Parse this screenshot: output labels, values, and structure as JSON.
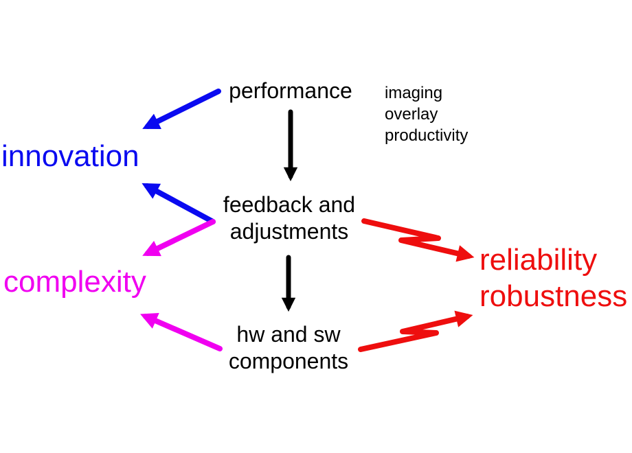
{
  "diagram": {
    "title": "performance feedback cause-effect diagram",
    "colors": {
      "background": "#ffffff",
      "black": "#000000",
      "blue": "#0a0af0",
      "magenta": "#f000f0",
      "red": "#ee0e0e"
    },
    "nodes": {
      "performance": {
        "label": "performance",
        "color": "#000000"
      },
      "performance_aspects": {
        "line1": "imaging",
        "line2": "overlay",
        "line3": "productivity",
        "color": "#000000"
      },
      "innovation": {
        "label": "innovation",
        "color": "#0a0af0"
      },
      "feedback": {
        "line1": "feedback and",
        "line2": "adjustments",
        "color": "#000000"
      },
      "complexity": {
        "label": "complexity",
        "color": "#f000f0"
      },
      "components": {
        "line1": "hw and sw",
        "line2": "components",
        "color": "#000000"
      },
      "reliability": {
        "line1": "reliability",
        "line2": "robustness",
        "color": "#ee0e0e"
      }
    },
    "edges": [
      {
        "from": "performance",
        "to": "feedback and adjustments",
        "color": "#000000",
        "style": "straight"
      },
      {
        "from": "performance",
        "to": "innovation",
        "color": "#0a0af0",
        "style": "straight"
      },
      {
        "from": "feedback and adjustments",
        "to": "innovation",
        "color": "#0a0af0",
        "style": "straight"
      },
      {
        "from": "feedback and adjustments",
        "to": "complexity",
        "color": "#f000f0",
        "style": "straight"
      },
      {
        "from": "feedback and adjustments",
        "to": "hw and sw components",
        "color": "#000000",
        "style": "straight"
      },
      {
        "from": "feedback and adjustments",
        "to": "reliability robustness",
        "color": "#ee0e0e",
        "style": "zigzag"
      },
      {
        "from": "hw and sw components",
        "to": "complexity",
        "color": "#f000f0",
        "style": "straight"
      },
      {
        "from": "hw and sw components",
        "to": "reliability robustness",
        "color": "#ee0e0e",
        "style": "zigzag"
      }
    ]
  }
}
